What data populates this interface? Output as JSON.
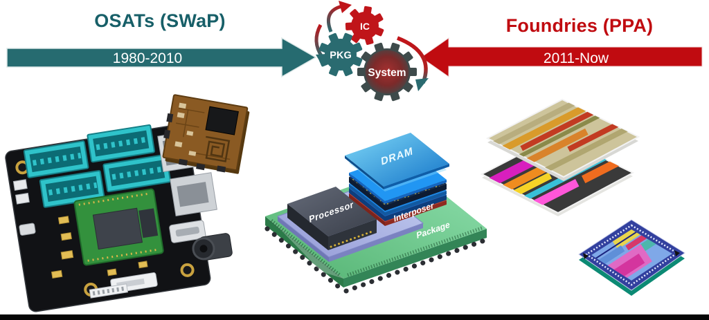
{
  "flows": {
    "left": {
      "title": "OSATs (SWaP)",
      "period": "1980-2010"
    },
    "right": {
      "title": "Foundries (PPA)",
      "period": "2011-Now"
    }
  },
  "gear_cycle": {
    "top_gear": "IC",
    "left_gear": "PKG",
    "bottom_gear": "System"
  },
  "package_explode": {
    "memory_die": "DRAM",
    "processor_die": "Processor",
    "interposer_layer": "Interposer",
    "substrate": "Package"
  },
  "colors": {
    "teal_title": "#175f68",
    "teal_arrow": "#266b70",
    "red_title": "#c00b10",
    "red_arrow": "#c00b10",
    "gear_red": "#c0151a",
    "gear_teal": "#2a6b70",
    "system_gear_rim": "#3e4b4b",
    "arrow_text": "#ffffff"
  },
  "graphics": {
    "left_board": "single-board-computer-3d-render",
    "top_module": "brown-substrate-module-render",
    "center_package": "2p5d-package-exploded-render",
    "right_top": "stacked-ic-layout-renders",
    "right_bottom": "soc-die-layout-render"
  }
}
